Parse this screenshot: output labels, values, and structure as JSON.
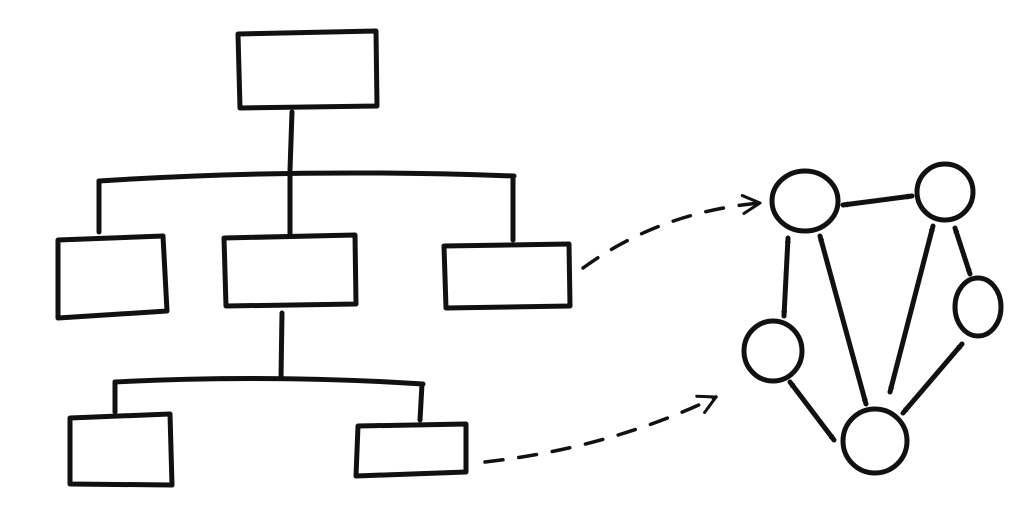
{
  "diagram": {
    "title": "",
    "description": "",
    "ink_color": "#111111",
    "background": "#ffffff",
    "tree_boxes": [
      "root",
      "child-left",
      "child-middle",
      "child-right",
      "grandchild-left",
      "grandchild-right"
    ],
    "graph_nodes": [
      "node-top-left",
      "node-top-right",
      "node-left",
      "node-right",
      "node-bottom"
    ],
    "mapping_arrows": [
      "child-right-to-node-top-left",
      "grandchild-right-to-node-left"
    ]
  }
}
